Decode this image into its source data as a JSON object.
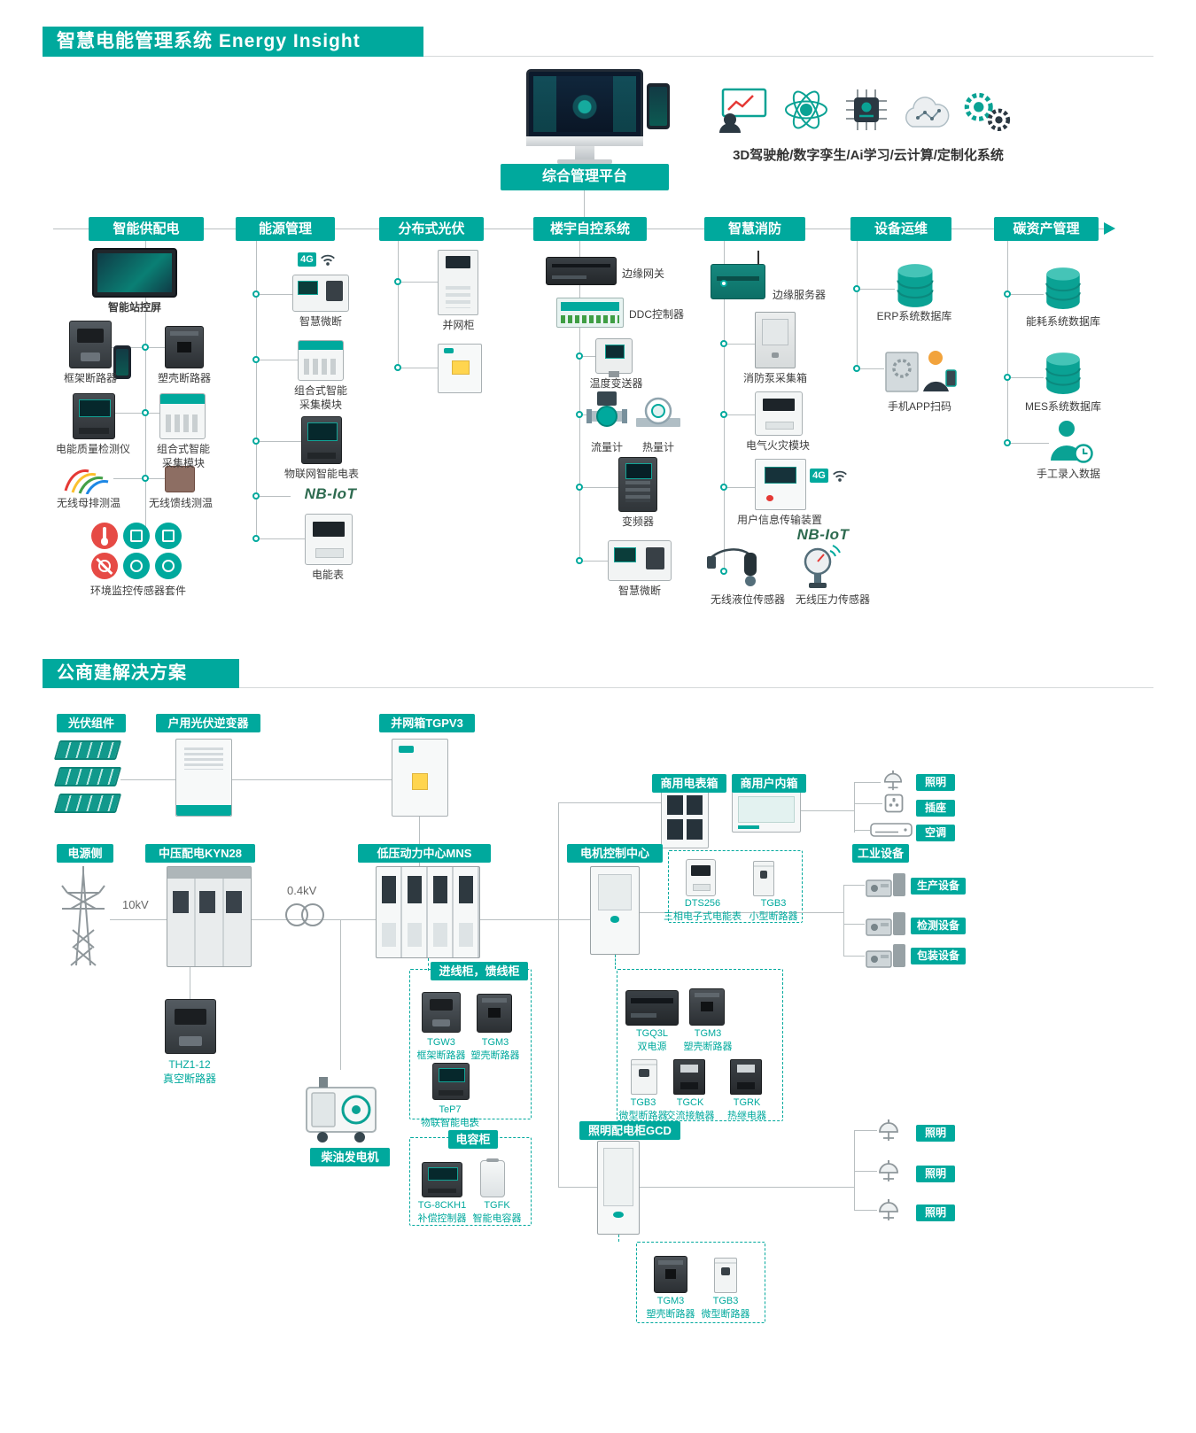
{
  "accent": "#00a99d",
  "s1": {
    "title": "智慧电能管理系统 Energy Insight",
    "platform": "综合管理平台",
    "tech_caption": "3D驾驶舱/数字孪生/Ai学习/云计算/定制化系统",
    "col1": {
      "header": "智能供配电",
      "i1": "智能站控屏",
      "i2": "框架断路器",
      "i3": "塑壳断路器",
      "i4": "电能质量检测仪",
      "i5": "组合式智能\n采集模块",
      "i6": "无线母排测温",
      "i7": "无线馈线测温",
      "i8": "环境监控传感器套件"
    },
    "col2": {
      "header": "能源管理",
      "badge_4g": "4G",
      "i1": "智慧微断",
      "i2": "组合式智能\n采集模块",
      "i3": "物联网智能电表",
      "i4": "NB-IoT",
      "i5": "电能表"
    },
    "col3": {
      "header": "分布式光伏",
      "i1": "并网柜"
    },
    "col4": {
      "header": "楼宇自控系统",
      "i1": "边缘网关",
      "i2": "DDC控制器",
      "i3": "温度变送器",
      "i4": "流量计",
      "i5": "热量计",
      "i6": "变频器",
      "i7": "智慧微断"
    },
    "col5": {
      "header": "智慧消防",
      "badge_4g": "4G",
      "i1": "边缘服务器",
      "i2": "消防泵采集箱",
      "i3": "电气火灾模块",
      "i4": "用户信息传输装置",
      "i5": "NB-IoT",
      "i6": "无线液位传感器",
      "i7": "无线压力传感器"
    },
    "col6": {
      "header": "设备运维",
      "i1": "ERP系统数据库",
      "i2": "手机APP扫码"
    },
    "col7": {
      "header": "碳资产管理",
      "i1": "能耗系统数据库",
      "i2": "MES系统数据库",
      "i3": "手工录入数据"
    }
  },
  "s2": {
    "title": "公商建解决方案",
    "tags": {
      "pv": "光伏组件",
      "inverter": "户用光伏逆变器",
      "gridbox": "并网箱TGPV3",
      "meterbox": "商用电表箱",
      "indoorbox": "商用户内箱",
      "lighting1": "照明",
      "socket": "插座",
      "ac": "空调",
      "source": "电源侧",
      "mv": "中压配电KYN28",
      "lv": "低压动力中心MNS",
      "mcc": "电机控制中心",
      "industrial": "工业设备",
      "prod": "生产设备",
      "test": "检测设备",
      "pack": "包装设备",
      "incoming": "进线柜，馈线柜",
      "cap": "电容柜",
      "gcd": "照明配电柜GCD",
      "genset": "柴油发电机",
      "lighting2": "照明",
      "lighting3": "照明",
      "lighting4": "照明"
    },
    "values": {
      "kv10": "10kV",
      "kv04": "0.4kV"
    },
    "products": {
      "thz": "THZ1-12\n真空断路器",
      "dts": "DTS256\n三相电子式电能表",
      "tgb3_small": "TGB3\n小型断路器",
      "tgw3": "TGW3\n框架断路器",
      "tgm3_a": "TGM3\n塑壳断路器",
      "tep7": "TeP7\n物联智能电表",
      "tg8ckh1": "TG-8CKH1\n补偿控制器",
      "tgfk": "TGFK\n智能电容器",
      "tgq3l": "TGQ3L\n双电源",
      "tgm3_b": "TGM3\n塑壳断路器",
      "tgb3_mini_a": "TGB3\n微型断路器",
      "tgck": "TGCK\n交流接触器",
      "tgrk": "TGRK\n热继电器",
      "tgm3_c": "TGM3\n塑壳断路器",
      "tgb3_mini_b": "TGB3\n微型断路器"
    }
  },
  "icons": {
    "dashboard-icon": "3D cockpit screen with analyst",
    "atom-icon": "digital twin orbitals",
    "ai-chip-icon": "AI learning chip",
    "cloud-icon": "cloud computing circuit cloud",
    "gears-icon": "customized system gears",
    "wifi-icon": "wireless signal arcs",
    "database-icon": "stacked teal cylinder",
    "person-clock-icon": "person with clock",
    "worker-scan-icon": "worker scanning with phone",
    "tower-icon": "transmission tower lattice",
    "solar-panel": "tilted pv module grid",
    "transformer-icon": "two overlapping circles",
    "lamp-icon": "pendant lamp",
    "socket-icon": "wall outlet",
    "ac-icon": "air conditioner unit",
    "flow-meter-icon": "flanged pipe flow meter",
    "heat-meter-icon": "dial heat meter on pipe",
    "machine-icon": "industrial machine",
    "generator-icon": "diesel generator set",
    "wires-icon": "colored busbar temperature wires",
    "level-sensor-icon": "cable float level sensor",
    "pressure-sensor-icon": "gauge pressure sensor"
  }
}
